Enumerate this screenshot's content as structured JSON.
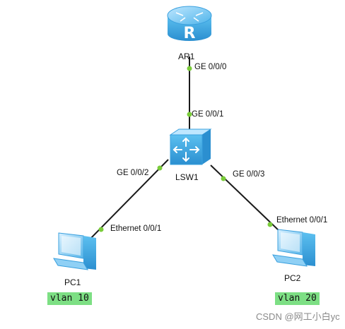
{
  "devices": {
    "router": {
      "name": "AR1",
      "port": "GE 0/0/0"
    },
    "switch": {
      "name": "LSW1",
      "port_up": "GE 0/0/1",
      "port_left": "GE 0/0/2",
      "port_right": "GE 0/0/3"
    },
    "pc1": {
      "name": "PC1",
      "port": "Ethernet 0/0/1",
      "vlan": "vlan 10"
    },
    "pc2": {
      "name": "PC2",
      "port": "Ethernet 0/0/1",
      "vlan": "vlan 20"
    }
  },
  "watermark": "CSDN @网工小白yc",
  "colors": {
    "link": "#1a1a1a",
    "port_dot": "#7acc3a",
    "vlan_bg": "#7ddf84",
    "device": "#4fb4ea"
  },
  "icons": {
    "router": "router-icon",
    "switch": "switch-icon",
    "pc": "pc-icon"
  }
}
